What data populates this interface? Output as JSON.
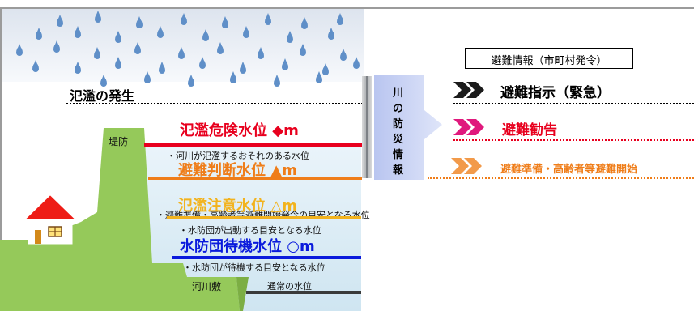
{
  "header": {
    "flood_occurrence": "氾濫の発生"
  },
  "evacuation_info": {
    "box_label": "避難情報（市町村発令）",
    "levels": [
      {
        "label": "避難指示（緊急）",
        "color": "#000000"
      },
      {
        "label": "避難勧告",
        "color": "#e8001e"
      },
      {
        "label": "避難準備・高齢者等避難開始",
        "color": "#ef7d19"
      }
    ]
  },
  "river_info": {
    "label": "川の防災情報",
    "chars": [
      "川",
      "の",
      "防",
      "災",
      "情",
      "報"
    ]
  },
  "levee_label": "堤防",
  "riverbed_label": "河川敷",
  "water_levels": [
    {
      "label": "氾濫危険水位 ◆m",
      "color": "#e8001e",
      "note": "・河川が氾濫するおそれのある水位"
    },
    {
      "label": "避難判断水位 ▲m",
      "color": "#ef7d19",
      "note": "・避難準備・高齢者等避難開始発令の目安となる水位"
    },
    {
      "label": "氾濫注意水位 △m",
      "color": "#f2b31e",
      "note": "・水防団が出動する目安となる水位"
    },
    {
      "label": "水防団待機水位 ○m",
      "color": "#0a1adc",
      "note": "・水防団が待機する目安となる水位"
    }
  ],
  "normal_level": {
    "label": "通常の水位",
    "color": "#3a3a3a"
  },
  "icons": {
    "rain": "raindrop-icon",
    "house": "house-icon",
    "chevron": "double-chevron-icon"
  },
  "colors": {
    "levee": "#95c95a",
    "water": "#d6eaf4",
    "river_panel": "#c6d0f2"
  }
}
